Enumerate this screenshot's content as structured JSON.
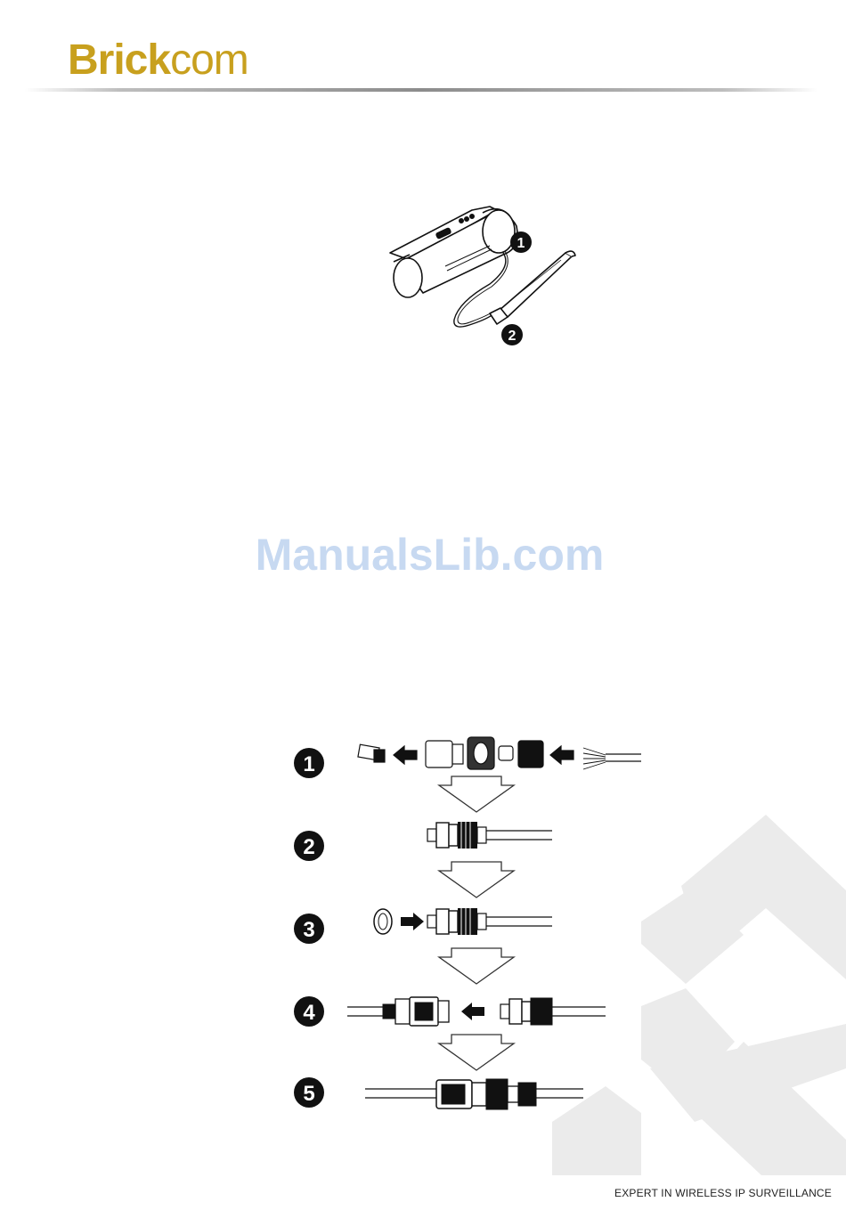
{
  "header": {
    "brand_bold": "Brick",
    "brand_light": "com"
  },
  "watermark": "ManualsLib.com",
  "camera_figure": {
    "callouts": [
      "1",
      "2"
    ]
  },
  "steps_figure": {
    "steps": [
      "1",
      "2",
      "3",
      "4",
      "5"
    ]
  },
  "footer": {
    "tagline": "EXPERT IN WIRELESS IP SURVEILLANCE"
  },
  "colors": {
    "brand": "#c8a01e",
    "watermark": "#c7d9f1",
    "deco": "#ebebeb"
  }
}
